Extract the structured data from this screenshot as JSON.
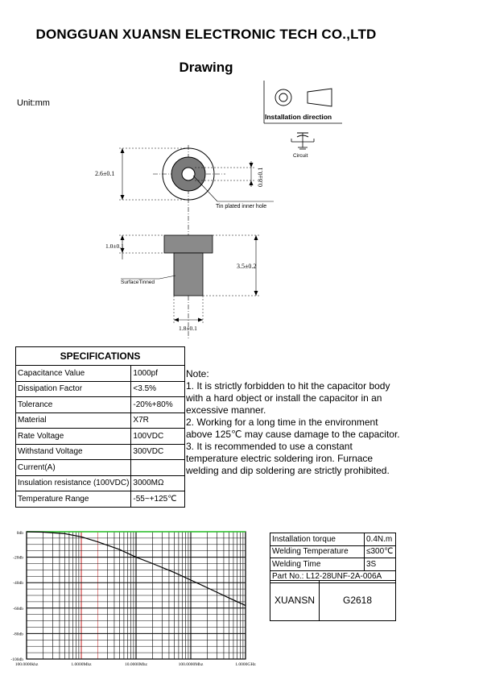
{
  "header": {
    "company": "DONGGUAN XUANSN ELECTRONIC TECH CO.,LTD",
    "title": "Drawing",
    "unit": "Unit:mm"
  },
  "drawing": {
    "installation_label": "Installation direction",
    "circuit_label": "Circuit",
    "dim_top_diameter": "2.6±0.1",
    "dim_hole": "0.8±0.1",
    "tin_label": "Tin plated inner hole",
    "dim_head_height": "1.0±0.1",
    "dim_total_height": "3.5±0.2",
    "surface_label": "SurfaceTinned",
    "dim_body_width": "1.8±0.1"
  },
  "specifications": {
    "title": "SPECIFICATIONS",
    "rows": [
      {
        "label": "Capacitance Value",
        "value": "1000pf"
      },
      {
        "label": "Dissipation Factor",
        "value": "<3.5%"
      },
      {
        "label": "Tolerance",
        "value": "-20%+80%"
      },
      {
        "label": "Material",
        "value": "X7R"
      },
      {
        "label": "Rate Voltage",
        "value": "100VDC"
      },
      {
        "label": "Withstand Voltage",
        "value": "300VDC"
      },
      {
        "label": "Current(A)",
        "value": ""
      },
      {
        "label": "Insulation resistance (100VDC)",
        "value": "3000MΩ"
      },
      {
        "label": "Temperature Range",
        "value": "-55~+125℃"
      }
    ]
  },
  "notes": {
    "title": "Note:",
    "items": [
      "1. It is strictly forbidden to hit the capacitor body with a hard object or install the capacitor in an excessive manner.",
      "2. Working for a long time in the environment above 125℃ may cause damage to the capacitor.",
      "3. It is recommended to use a constant temperature electric soldering iron. Furnace welding and dip soldering are strictly prohibited."
    ]
  },
  "info": {
    "rows": [
      {
        "label": "Installation torque",
        "value": "0.4N.m"
      },
      {
        "label": "Welding Temperature",
        "value": "≤300℃"
      },
      {
        "label": "Welding Time",
        "value": "3S"
      }
    ],
    "part_no": "Part No.: L12-28UNF-2A-006A",
    "brand": "XUANSN",
    "model": "G2618"
  },
  "chart_data": {
    "type": "line",
    "title": "",
    "xlabel": "",
    "ylabel": "",
    "x_scale": "log",
    "x_ticks": [
      "100.0000khz",
      "1.0000Mhz",
      "10.0000Mhz",
      "100.0000Mhz",
      "1.0000GHz"
    ],
    "y_ticks": [
      "0db",
      "-20db",
      "-40db",
      "-60db",
      "-80db",
      "-100db"
    ],
    "ylim": [
      -100,
      0
    ],
    "series": [
      {
        "name": "",
        "color": "#000000",
        "x_mhz": [
          0.1,
          0.2,
          0.5,
          1,
          2,
          5,
          10,
          20,
          50,
          100,
          200,
          500,
          1000
        ],
        "y_db": [
          0,
          -0.3,
          -1.5,
          -4,
          -8,
          -14,
          -20,
          -25,
          -32,
          -38,
          -44,
          -52,
          -58
        ]
      },
      {
        "name": "",
        "color": "#33cc33",
        "x_mhz": [
          0.1,
          1000
        ],
        "y_db": [
          0,
          0
        ]
      }
    ],
    "grid": true
  }
}
